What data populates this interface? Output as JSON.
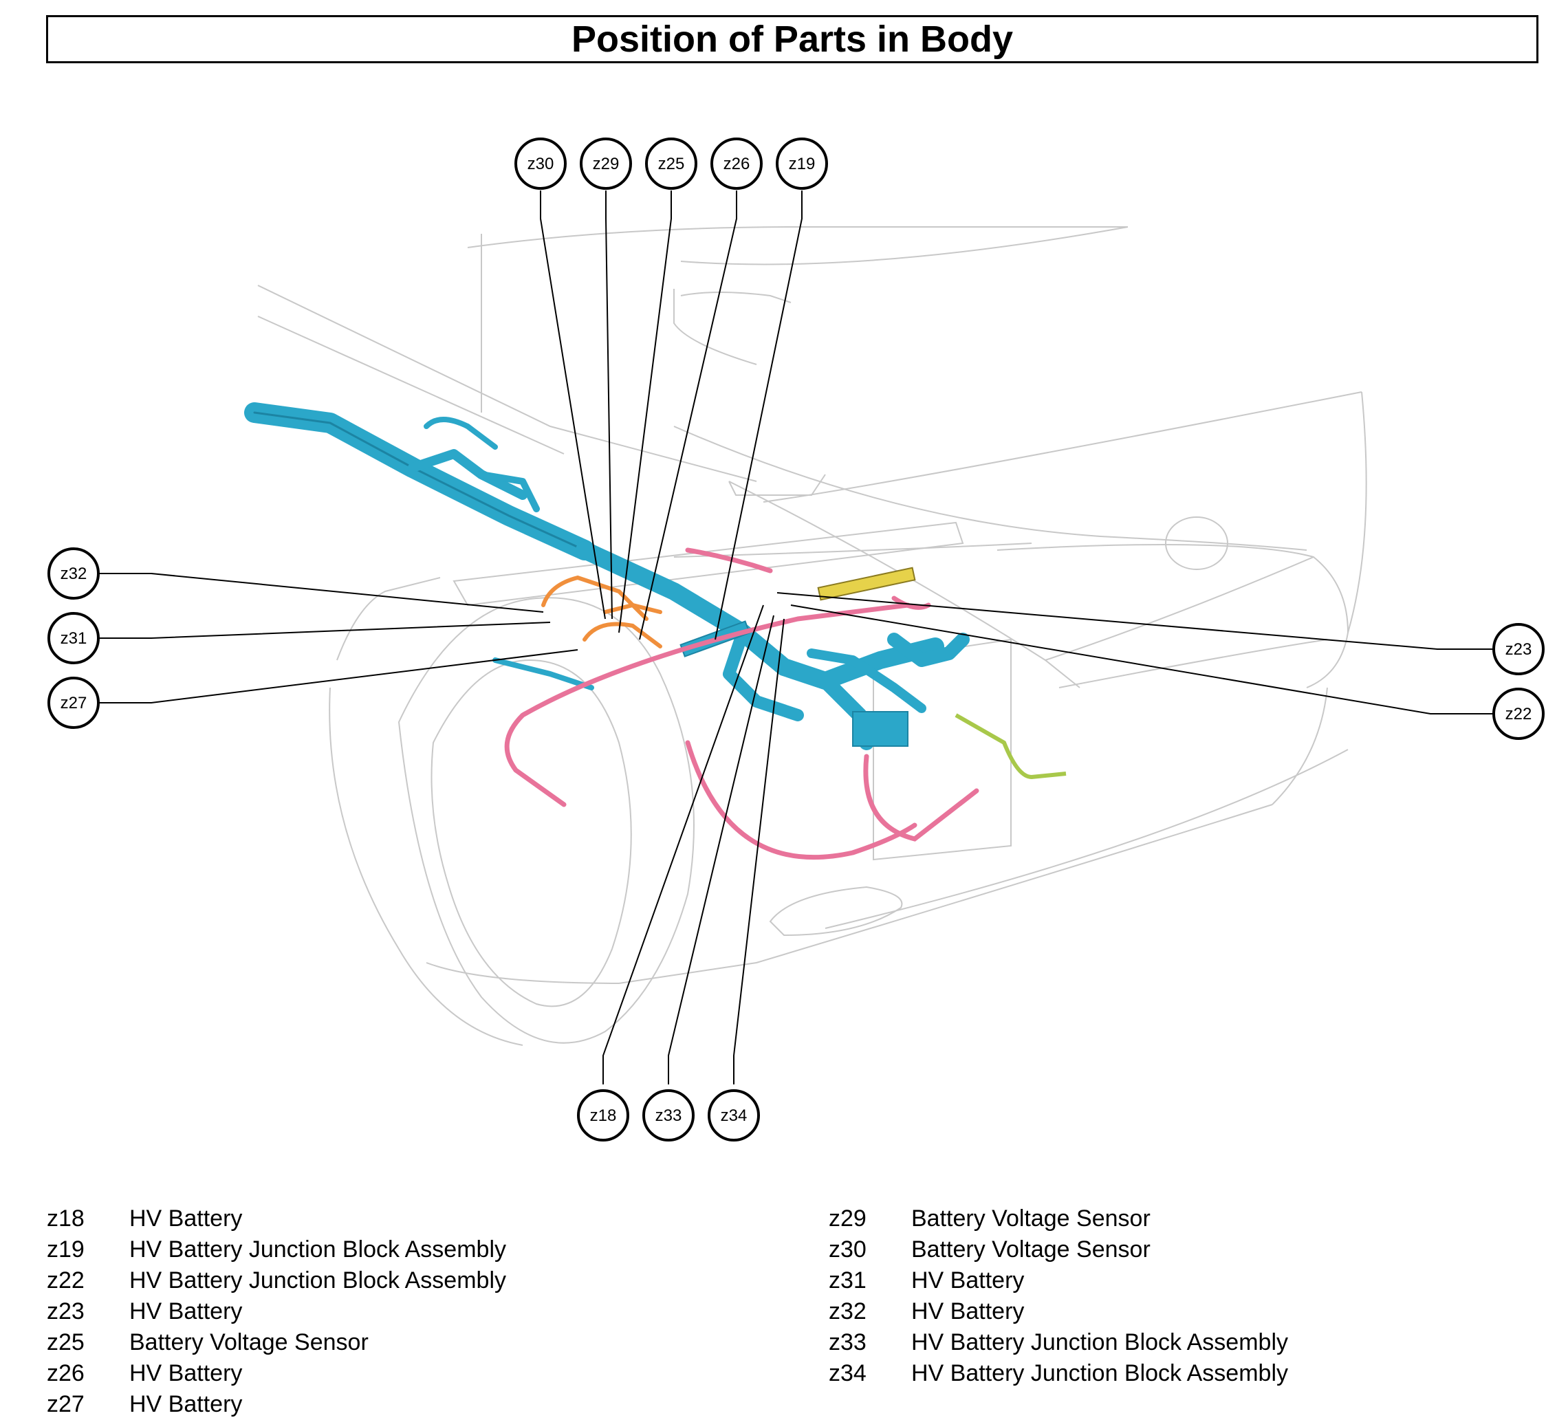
{
  "title": "Position of Parts in Body",
  "colors": {
    "hv_cable": "#2ba7c9",
    "hv_cable_dark": "#1c84a3",
    "sensor_wire": "#f08f3c",
    "pink_wire": "#e8739a",
    "ground_wire": "#a8c84a",
    "yellow_block": "#e6d24a",
    "outline": "#c8c8c8"
  },
  "callouts": {
    "z30": "z30",
    "z29": "z29",
    "z25": "z25",
    "z26": "z26",
    "z19": "z19",
    "z32": "z32",
    "z31": "z31",
    "z27": "z27",
    "z23": "z23",
    "z22": "z22",
    "z18": "z18",
    "z33": "z33",
    "z34": "z34"
  },
  "legend": {
    "left": [
      {
        "code": "z18",
        "name": "HV Battery"
      },
      {
        "code": "z19",
        "name": "HV Battery Junction Block Assembly"
      },
      {
        "code": "z22",
        "name": "HV Battery Junction Block Assembly"
      },
      {
        "code": "z23",
        "name": "HV Battery"
      },
      {
        "code": "z25",
        "name": "Battery Voltage Sensor"
      },
      {
        "code": "z26",
        "name": "HV Battery"
      },
      {
        "code": "z27",
        "name": "HV Battery"
      }
    ],
    "right": [
      {
        "code": "z29",
        "name": "Battery Voltage Sensor"
      },
      {
        "code": "z30",
        "name": "Battery Voltage Sensor"
      },
      {
        "code": "z31",
        "name": "HV Battery"
      },
      {
        "code": "z32",
        "name": "HV Battery"
      },
      {
        "code": "z33",
        "name": "HV Battery Junction Block Assembly"
      },
      {
        "code": "z34",
        "name": "HV Battery Junction Block Assembly"
      }
    ]
  }
}
